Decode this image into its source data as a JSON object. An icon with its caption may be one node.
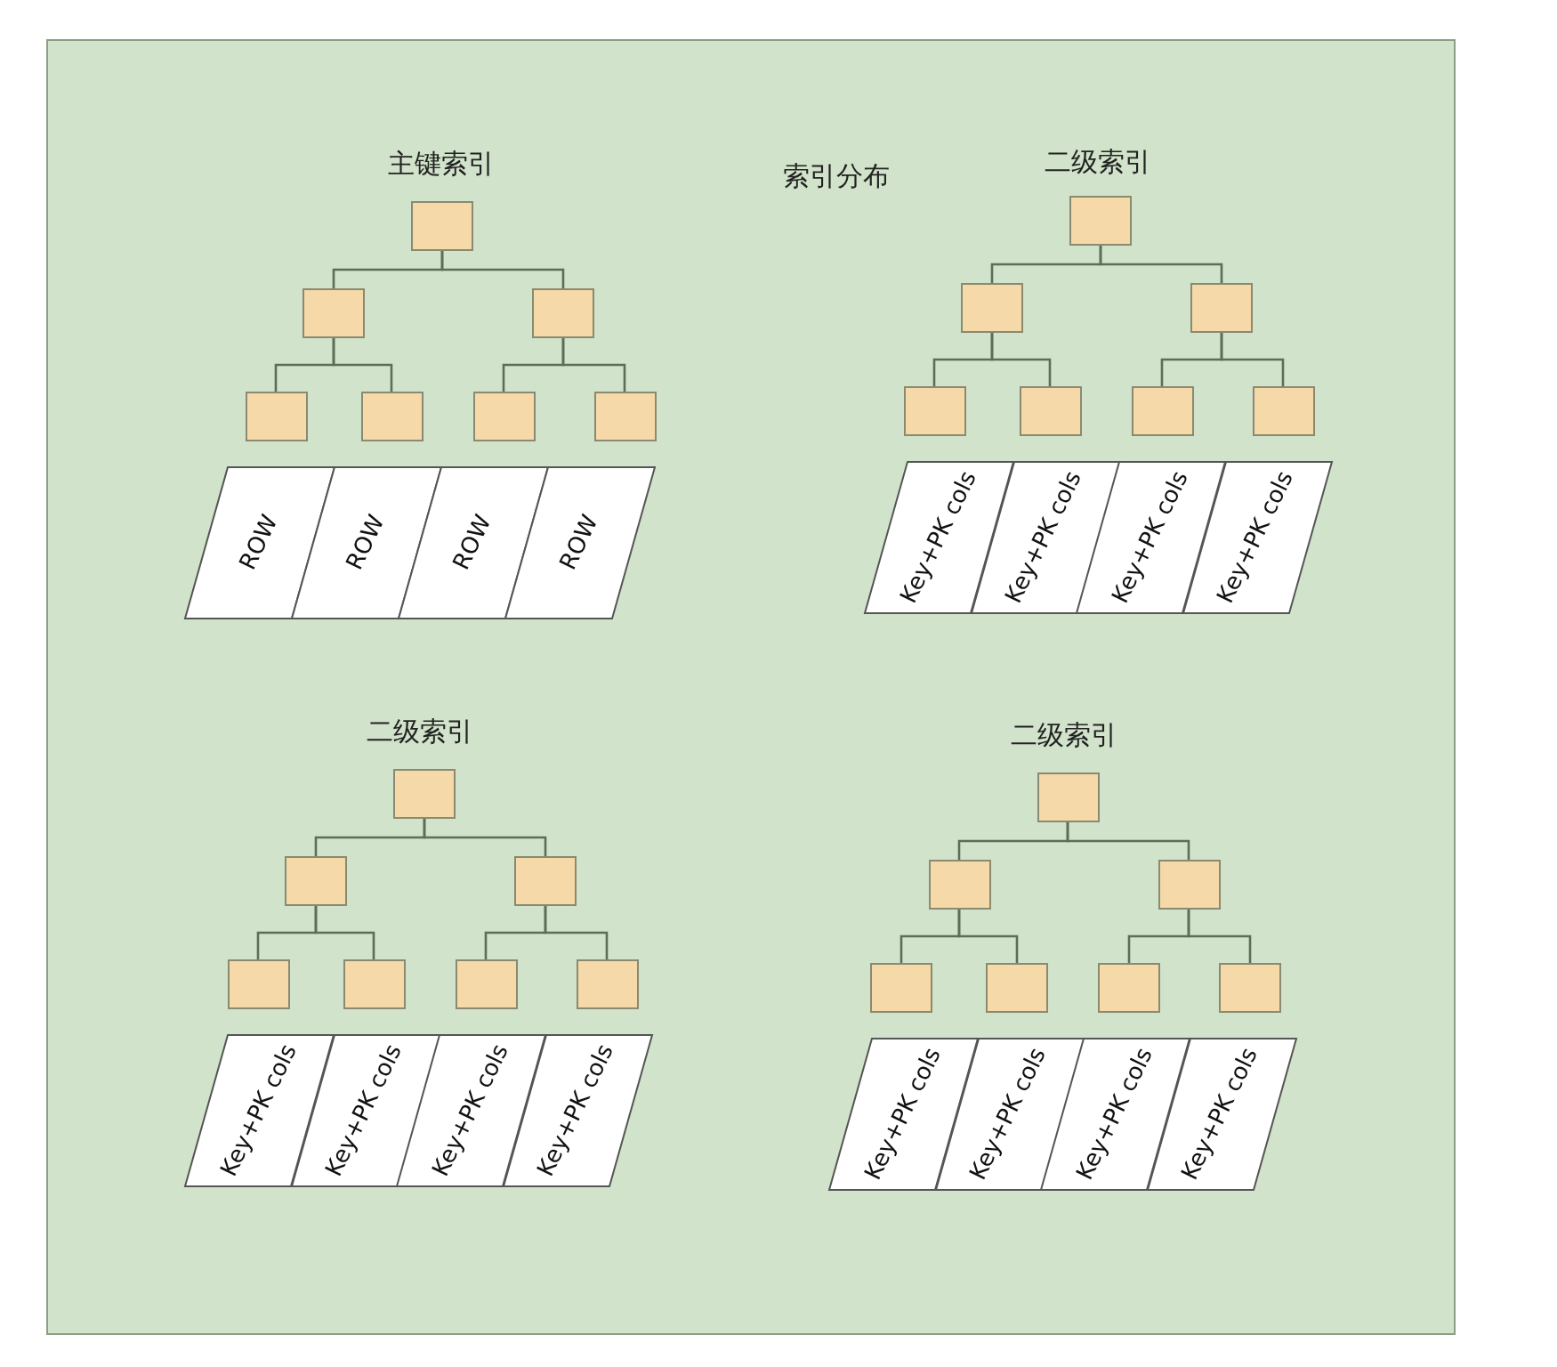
{
  "diagram": {
    "title": "索引分布",
    "nodes": [
      {
        "text": [],
        "shape": "box"
      },
      {
        "text": [],
        "shape": "box"
      },
      {
        "text": [],
        "shape": "box"
      },
      {
        "text": [],
        "shape": "box"
      },
      {
        "text": [],
        "shape": "box"
      },
      {
        "text": [],
        "shape": "box"
      },
      {
        "text": [],
        "shape": "box"
      },
      {
        "text": [
          "ROW"
        ]
      },
      {
        "text": [
          "ROW"
        ]
      },
      {
        "text": [
          "ROW"
        ]
      },
      {
        "text": [
          "ROW"
        ]
      },
      {
        "text": [],
        "shape": "box"
      },
      {
        "text": [],
        "shape": "box"
      },
      {
        "text": [],
        "shape": "box"
      },
      {
        "text": [],
        "shape": "box"
      },
      {
        "text": [],
        "shape": "box"
      },
      {
        "text": [],
        "shape": "box"
      },
      {
        "text": [],
        "shape": "box"
      },
      {
        "text": [
          "Key+PK cols"
        ]
      },
      {
        "text": [
          "Key+PK cols"
        ]
      },
      {
        "text": [
          "Key+PK cols"
        ]
      },
      {
        "text": [
          "Key+PK cols"
        ]
      },
      {
        "text": [],
        "shape": "box"
      },
      {
        "text": [],
        "shape": "box"
      },
      {
        "text": [],
        "shape": "box"
      },
      {
        "text": [],
        "shape": "box"
      },
      {
        "text": [],
        "shape": "box"
      },
      {
        "text": [],
        "shape": "box"
      },
      {
        "text": [],
        "shape": "box"
      },
      {
        "text": [
          "Key+PK cols"
        ]
      },
      {
        "text": [
          "Key+PK cols"
        ]
      },
      {
        "text": [
          "Key+PK cols"
        ]
      },
      {
        "text": [
          "Key+PK cols"
        ]
      },
      {
        "text": [],
        "shape": "box"
      },
      {
        "text": [],
        "shape": "box"
      },
      {
        "text": [],
        "shape": "box"
      },
      {
        "text": [],
        "shape": "box"
      },
      {
        "text": [],
        "shape": "box"
      },
      {
        "text": [],
        "shape": "box"
      },
      {
        "text": [],
        "shape": "box"
      },
      {
        "text": [
          "Key+PK cols"
        ]
      },
      {
        "text": [
          "Key+PK cols"
        ]
      },
      {
        "text": [
          "Key+PK cols"
        ]
      },
      {
        "text": [
          "Key+PK cols"
        ]
      }
    ],
    "edges": [
      {
        "from": 0,
        "to": 1,
        "arrow": "none"
      },
      {
        "from": 0,
        "to": 2,
        "arrow": "none"
      },
      {
        "from": 1,
        "to": 3,
        "arrow": "none"
      },
      {
        "from": 1,
        "to": 4,
        "arrow": "none"
      },
      {
        "from": 2,
        "to": 5,
        "arrow": "none"
      },
      {
        "from": 2,
        "to": 6,
        "arrow": "none"
      },
      {
        "from": 11,
        "to": 12,
        "arrow": "none"
      },
      {
        "from": 11,
        "to": 13,
        "arrow": "none"
      },
      {
        "from": 12,
        "to": 14,
        "arrow": "none"
      },
      {
        "from": 12,
        "to": 15,
        "arrow": "none"
      },
      {
        "from": 13,
        "to": 16,
        "arrow": "none"
      },
      {
        "from": 13,
        "to": 17,
        "arrow": "none"
      },
      {
        "from": 22,
        "to": 23,
        "arrow": "none"
      },
      {
        "from": 22,
        "to": 24,
        "arrow": "none"
      },
      {
        "from": 23,
        "to": 25,
        "arrow": "none"
      },
      {
        "from": 23,
        "to": 26,
        "arrow": "none"
      },
      {
        "from": 24,
        "to": 27,
        "arrow": "none"
      },
      {
        "from": 24,
        "to": 28,
        "arrow": "none"
      },
      {
        "from": 33,
        "to": 34,
        "arrow": "none"
      },
      {
        "from": 33,
        "to": 35,
        "arrow": "none"
      },
      {
        "from": 34,
        "to": 36,
        "arrow": "none"
      },
      {
        "from": 34,
        "to": 37,
        "arrow": "none"
      },
      {
        "from": 35,
        "to": 38,
        "arrow": "none"
      },
      {
        "from": 35,
        "to": 39,
        "arrow": "none"
      }
    ],
    "labels": [
      "主键索引",
      "二级索引",
      "二级索引",
      "二级索引"
    ]
  }
}
